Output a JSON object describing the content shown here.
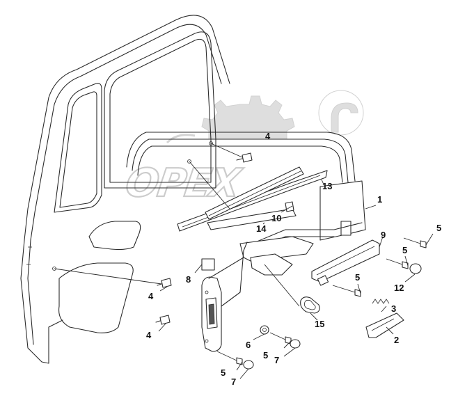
{
  "diagram": {
    "watermark_text": "OPEX",
    "labels": {
      "p1": "1",
      "p2": "2",
      "p3": "3",
      "p4a": "4",
      "p4b": "4",
      "p4c": "4",
      "p5a": "5",
      "p5b": "5",
      "p5c": "5",
      "p5d": "5",
      "p5e": "5",
      "p6": "6",
      "p7a": "7",
      "p7b": "7",
      "p8": "8",
      "p9": "9",
      "p10": "10",
      "p12": "12",
      "p13": "13",
      "p14": "14",
      "p15": "15"
    }
  }
}
